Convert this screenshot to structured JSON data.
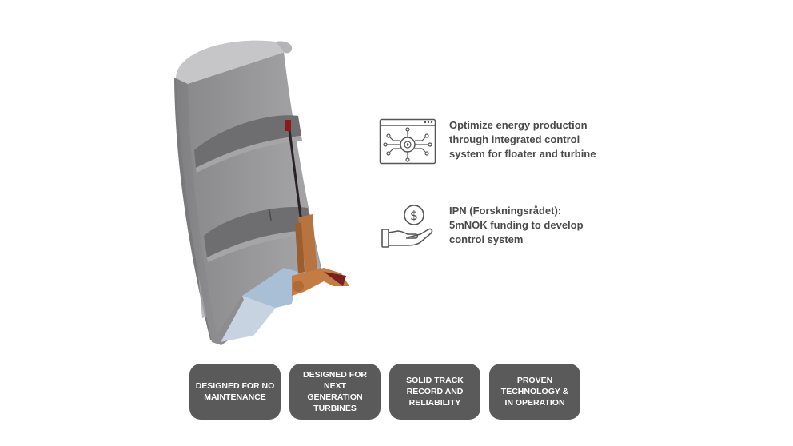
{
  "features": [
    {
      "icon": "control-system-browser-icon",
      "text": "Optimize energy production\nthrough integrated control\nsystem for floater and turbine"
    },
    {
      "icon": "funding-hand-dollar-icon",
      "text": "IPN (Forskningsrådet):\n5mNOK funding to develop\ncontrol system"
    }
  ],
  "badges": [
    {
      "label": "DESIGNED FOR NO\nMAINTENANCE"
    },
    {
      "label": "DESIGNED FOR NEXT\nGENERATION\nTURBINES"
    },
    {
      "label": "SOLID TRACK\nRECORD AND\nRELIABILITY"
    },
    {
      "label": "PROVEN\nTECHNOLOGY &\nIN OPERATION"
    }
  ],
  "colors": {
    "badge_bg": "#5a5a5a",
    "text": "#4a4a4a",
    "concrete": "#8e8e90",
    "mechanism": "#b87440"
  }
}
